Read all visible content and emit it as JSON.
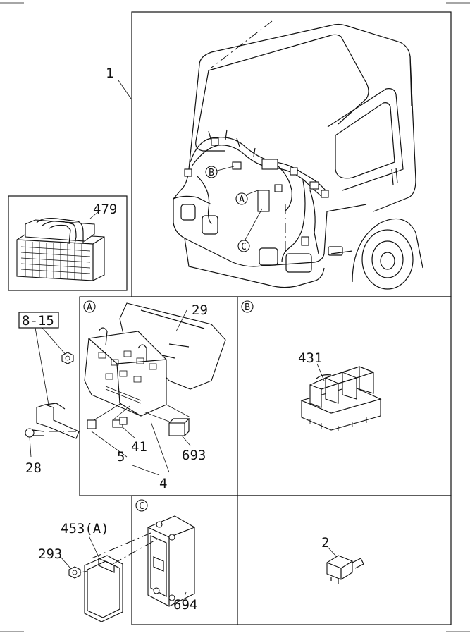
{
  "labels": {
    "p1": "1",
    "p479": "479",
    "p8_15": "8-15",
    "p28": "28",
    "p29": "29",
    "p5": "5",
    "p41": "41",
    "p4": "4",
    "p693": "693",
    "p431": "431",
    "p453": "453(A)",
    "p293": "293",
    "p694": "694",
    "p2": "2"
  },
  "callouts": {
    "a": "A",
    "b": "B",
    "c": "C"
  }
}
